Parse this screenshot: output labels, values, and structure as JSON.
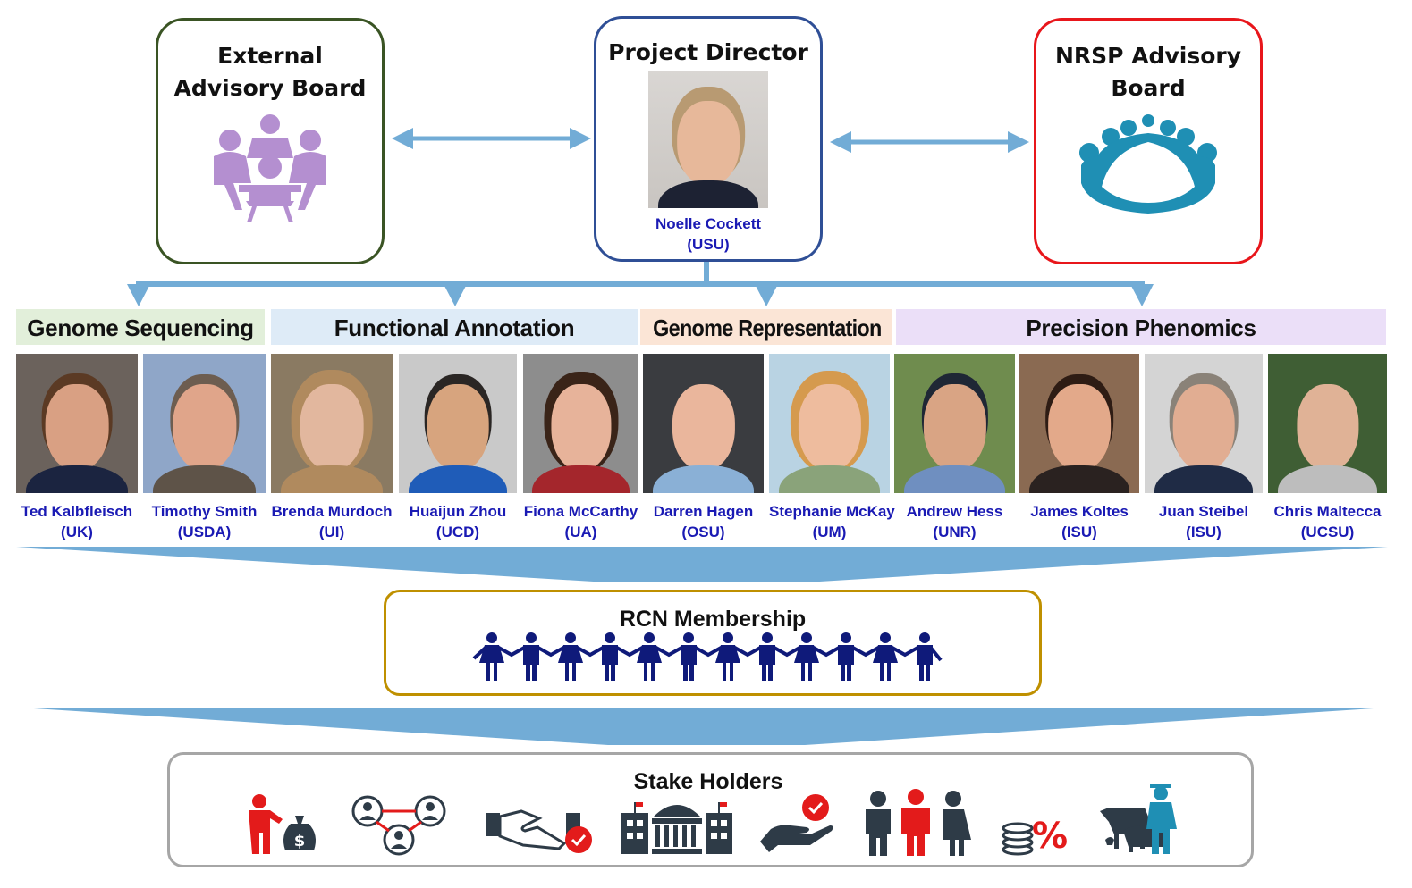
{
  "top": {
    "external_board": {
      "title_line1": "External",
      "title_line2": "Advisory Board",
      "icon": "meeting-group-icon",
      "border_color": "#3a5424",
      "icon_color": "#b48fd0"
    },
    "project_director": {
      "title": "Project Director",
      "name": "Noelle Cockett",
      "affiliation": "(USU)",
      "border_color": "#2f4f96"
    },
    "nrsp_board": {
      "title_line1": "NRSP Advisory",
      "title_line2": "Board",
      "icon": "boardroom-table-icon",
      "border_color": "#e8161b",
      "icon_color": "#1f8fb4"
    },
    "arrow_color": "#72acd6"
  },
  "categories": [
    {
      "label": "Genome Sequencing",
      "color": "#e2efda"
    },
    {
      "label": "Functional Annotation",
      "color": "#deebf7"
    },
    {
      "label": "Genome Representation",
      "color": "#fbe5d6"
    },
    {
      "label": "Precision Phenomics",
      "color": "#ebdff8"
    }
  ],
  "people": [
    {
      "name": "Ted Kalbfleisch",
      "affiliation": "(UK)"
    },
    {
      "name": "Timothy Smith",
      "affiliation": "(USDA)"
    },
    {
      "name": "Brenda Murdoch",
      "affiliation": "(UI)"
    },
    {
      "name": "Huaijun Zhou",
      "affiliation": "(UCD)"
    },
    {
      "name": "Fiona McCarthy",
      "affiliation": "(UA)"
    },
    {
      "name": "Darren Hagen",
      "affiliation": "(OSU)"
    },
    {
      "name": "Stephanie McKay",
      "affiliation": "(UM)"
    },
    {
      "name": "Andrew Hess",
      "affiliation": "(UNR)"
    },
    {
      "name": "James Koltes",
      "affiliation": "(ISU)"
    },
    {
      "name": "Juan Steibel",
      "affiliation": "(ISU)"
    },
    {
      "name": "Chris Maltecca",
      "affiliation": "(UCSU)"
    }
  ],
  "membership": {
    "title": "RCN Membership",
    "icon": "people-chain-icon",
    "border_color": "#bf9000",
    "icon_color": "#0f1a7a"
  },
  "stakeholders": {
    "title": "Stake Holders",
    "border_color": "#a6a6a6",
    "icons": [
      "investor-icon",
      "network-people-icon",
      "handshake-icon",
      "government-buildings-icon",
      "hand-check-icon",
      "people-group-icon",
      "coins-percent-icon",
      "livestock-farmer-icon"
    ]
  }
}
